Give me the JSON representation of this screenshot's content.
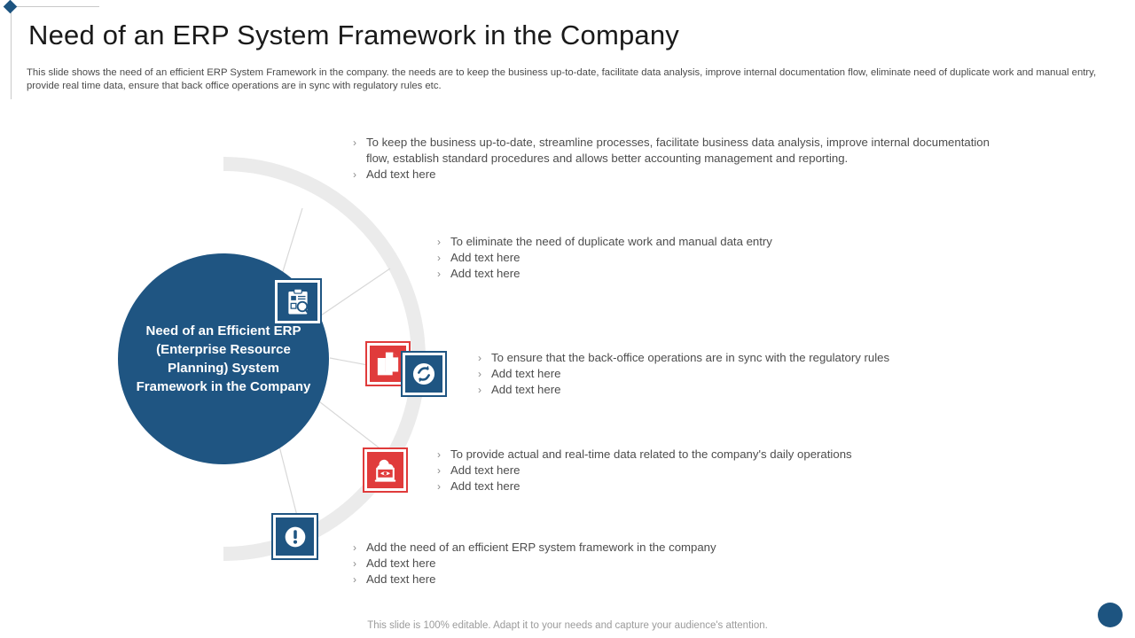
{
  "header": {
    "title": "Need of an ERP System Framework in the Company",
    "subtitle": "This slide shows the need of an efficient ERP System Framework in the company. the needs are to keep the business up-to-date, facilitate data analysis, improve internal documentation flow, eliminate need of duplicate work and manual entry, provide real time data, ensure that back office operations are in sync with regulatory rules etc."
  },
  "center": {
    "label": "Need of an Efficient ERP (Enterprise Resource Planning) System Framework in the Company"
  },
  "colors": {
    "brand_blue": "#1f5582",
    "accent_red": "#e03b3b",
    "ring_gray": "#ebebeb",
    "text_gray": "#4d4d4d"
  },
  "nodes": [
    {
      "id": "node-1",
      "icon": "clipboard-search-icon",
      "color": "blue",
      "bullets": [
        "To keep the business up-to-date, streamline processes, facilitate business data analysis, improve internal documentation flow, establish standard procedures and allows better accounting management and reporting.",
        "Add text here"
      ]
    },
    {
      "id": "node-2",
      "icon": "duplicate-documents-icon",
      "color": "red",
      "bullets": [
        "To eliminate the need of duplicate work and manual data entry",
        "Add text here",
        "Add text here"
      ]
    },
    {
      "id": "node-3",
      "icon": "sync-arrows-icon",
      "color": "blue",
      "bullets": [
        "To ensure that the back-office operations are in sync with the regulatory rules",
        "Add text here",
        "Add text here"
      ]
    },
    {
      "id": "node-4",
      "icon": "cloud-data-view-icon",
      "color": "red",
      "bullets": [
        "To provide actual and real-time data related to the company's daily operations",
        "Add text here",
        "Add text here"
      ]
    },
    {
      "id": "node-5",
      "icon": "exclamation-circle-icon",
      "color": "blue",
      "bullets": [
        "Add the need of an efficient ERP system framework in the company",
        "Add text here",
        "Add text here"
      ]
    }
  ],
  "bullet_marker": "›",
  "footer": {
    "note": "This slide is 100% editable. Adapt it to your needs and capture your audience's attention."
  }
}
